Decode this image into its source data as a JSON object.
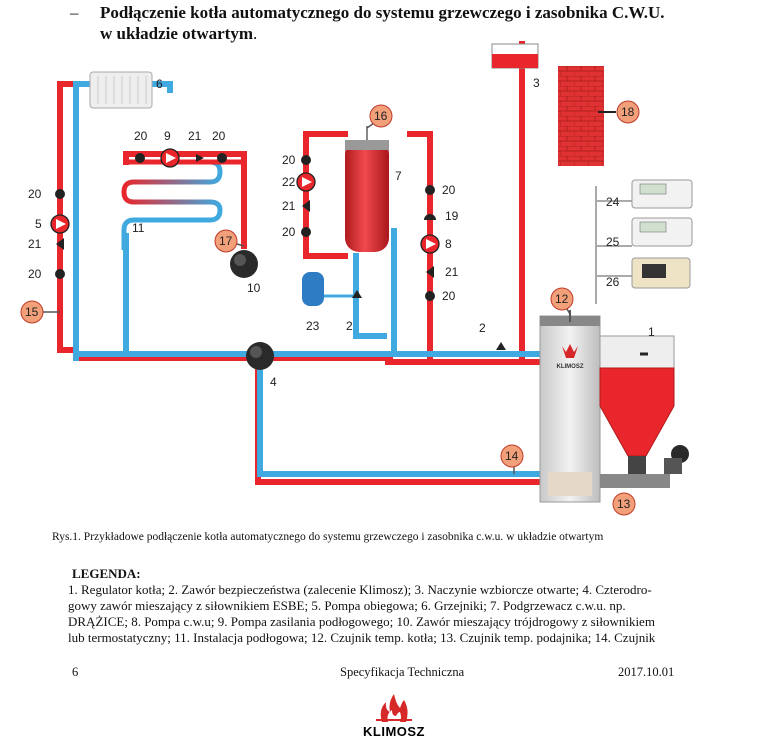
{
  "heading": {
    "dash": "–",
    "line1": "Podłączenie kotła automatycznego do systemu grzewczego i zasobnika C.W.U.",
    "line2_bold": "w układzie otwartym",
    "line2_end": "."
  },
  "diagram": {
    "labels": {
      "n1": "1",
      "n2a": "2",
      "n2b": "2",
      "n3": "3",
      "n4": "4",
      "n5": "5",
      "n6": "6",
      "n7": "7",
      "n8": "8",
      "n9": "9",
      "n10": "10",
      "n11": "11",
      "n12": "12",
      "n13": "13",
      "n14": "14",
      "n15": "15",
      "n16": "16",
      "n17": "17",
      "n18": "18",
      "n19": "19",
      "n20": "20",
      "n21": "21",
      "n22": "22",
      "n23": "23",
      "n24": "24",
      "n25": "25",
      "n26": "26"
    },
    "boiler_brand": "KLIMOSZ",
    "colors": {
      "hot": "#e8262b",
      "cold": "#3fa9e0",
      "valve": "#222222"
    }
  },
  "caption": "Rys.1. Przykładowe podłączenie kotła automatycznego do systemu grzewczego i zasobnika c.w.u. w układzie otwartym",
  "legend": {
    "title": "LEGENDA:",
    "lines": [
      "1. Regulator kotła; 2. Zawór bezpieczeństwa (zalecenie Klimosz); 3. Naczynie wzbiorcze otwarte;  4. Czterodro-",
      "gowy zawór mieszający z siłownikiem ESBE;  5. Pompa obiegowa;  6. Grzejniki;  7. Podgrzewacz c.w.u. np.",
      "DRĄŻICE; 8. Pompa c.w.u;  9. Pompa zasilania podłogowego; 10. Zawór mieszający trójdrogowy z siłownikiem",
      "lub termostatyczny;  11. Instalacja podłogowa;  12. Czujnik temp. kotła;  13. Czujnik temp. podajnika;  14. Czujnik"
    ]
  },
  "footer": {
    "page": "6",
    "title": "Specyfikacja Techniczna",
    "date": "2017.10.01"
  },
  "logo": {
    "text": "KLIMOSZ"
  }
}
